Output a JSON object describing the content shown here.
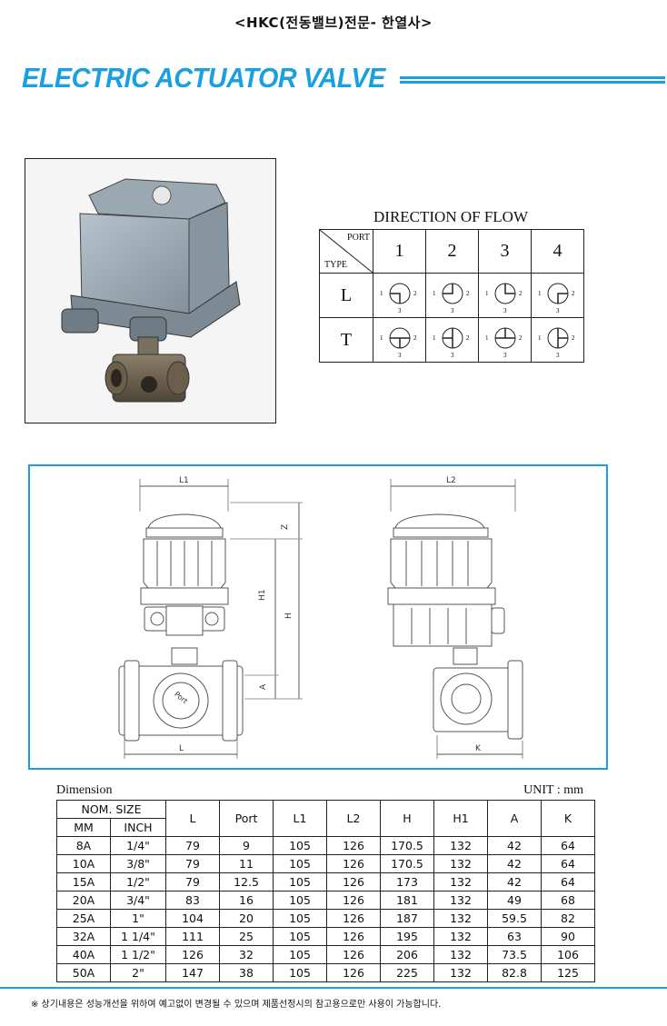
{
  "header": {
    "company": "<HKC(전동밸브)전문- 한열사>",
    "title": "ELECTRIC ACTUATOR VALVE"
  },
  "flow": {
    "title": "DIRECTION OF FLOW",
    "corner_port": "PORT",
    "corner_type": "TYPE",
    "ports": [
      "1",
      "2",
      "3",
      "4"
    ],
    "types": [
      "L",
      "T"
    ],
    "symbol_labels": {
      "left": "1",
      "right": "2",
      "bottom": "3"
    }
  },
  "drawing": {
    "labels": {
      "L1": "L1",
      "L2": "L2",
      "Z": "Z",
      "H1": "H1",
      "H": "H",
      "A": "A",
      "L": "L",
      "K": "K",
      "Port": "Port"
    }
  },
  "dimension": {
    "title": "Dimension",
    "unit": "UNIT : mm",
    "headers": {
      "nom_size": "NOM. SIZE",
      "mm": "MM",
      "inch": "INCH",
      "cols": [
        "L",
        "Port",
        "L1",
        "L2",
        "H",
        "H1",
        "A",
        "K"
      ]
    },
    "rows": [
      [
        "8A",
        "1/4\"",
        "79",
        "9",
        "105",
        "126",
        "170.5",
        "132",
        "42",
        "64"
      ],
      [
        "10A",
        "3/8\"",
        "79",
        "11",
        "105",
        "126",
        "170.5",
        "132",
        "42",
        "64"
      ],
      [
        "15A",
        "1/2\"",
        "79",
        "12.5",
        "105",
        "126",
        "173",
        "132",
        "42",
        "64"
      ],
      [
        "20A",
        "3/4\"",
        "83",
        "16",
        "105",
        "126",
        "181",
        "132",
        "49",
        "68"
      ],
      [
        "25A",
        "1\"",
        "104",
        "20",
        "105",
        "126",
        "187",
        "132",
        "59.5",
        "82"
      ],
      [
        "32A",
        "1 1/4\"",
        "111",
        "25",
        "105",
        "126",
        "195",
        "132",
        "63",
        "90"
      ],
      [
        "40A",
        "1 1/2\"",
        "126",
        "32",
        "105",
        "126",
        "206",
        "132",
        "73.5",
        "106"
      ],
      [
        "50A",
        "2\"",
        "147",
        "38",
        "105",
        "126",
        "225",
        "132",
        "82.8",
        "125"
      ]
    ]
  },
  "footer": {
    "note": "※ 상기내용은 성능개선을 위하여 예고없이 변경될 수 있으며 제품선정시의 참고용으로만 사용이 가능합니다."
  },
  "colors": {
    "accent": "#1a9fe0"
  }
}
